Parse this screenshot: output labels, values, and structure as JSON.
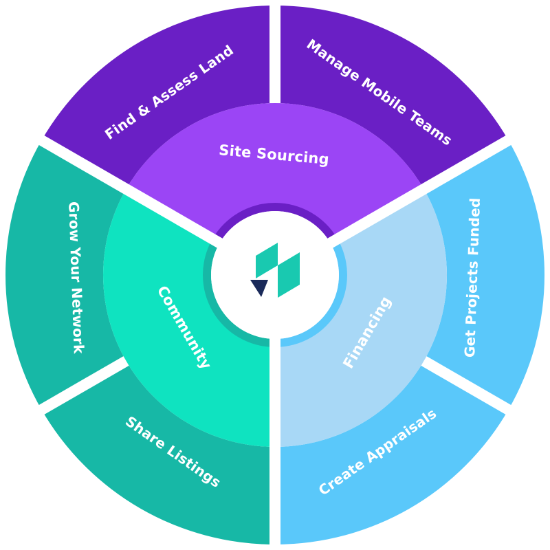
{
  "colors": {
    "site_sourcing_outer": "#6a1fc5",
    "site_sourcing_inner": "#9b45f5",
    "financing_outer": "#5ac8fa",
    "financing_inner": "#a8d8f6",
    "community_outer": "#17b8a6",
    "community_inner": "#0fe3c0",
    "logo_teal": "#19c9b0",
    "logo_navy": "#1a2a5a"
  },
  "segments": [
    {
      "label": "Site Sourcing",
      "color": "site_sourcing_inner"
    },
    {
      "label": "Financing",
      "color": "financing_inner"
    },
    {
      "label": "Community",
      "color": "community_inner"
    }
  ],
  "outer_items": [
    {
      "label": "Find & Assess Land"
    },
    {
      "label": "Manage Mobile Teams"
    },
    {
      "label": "Get Projects Funded"
    },
    {
      "label": "Create Appraisals"
    },
    {
      "label": "Share Listings"
    },
    {
      "label": "Grow Your Network"
    }
  ],
  "center": {
    "icon": "logo-icon"
  }
}
